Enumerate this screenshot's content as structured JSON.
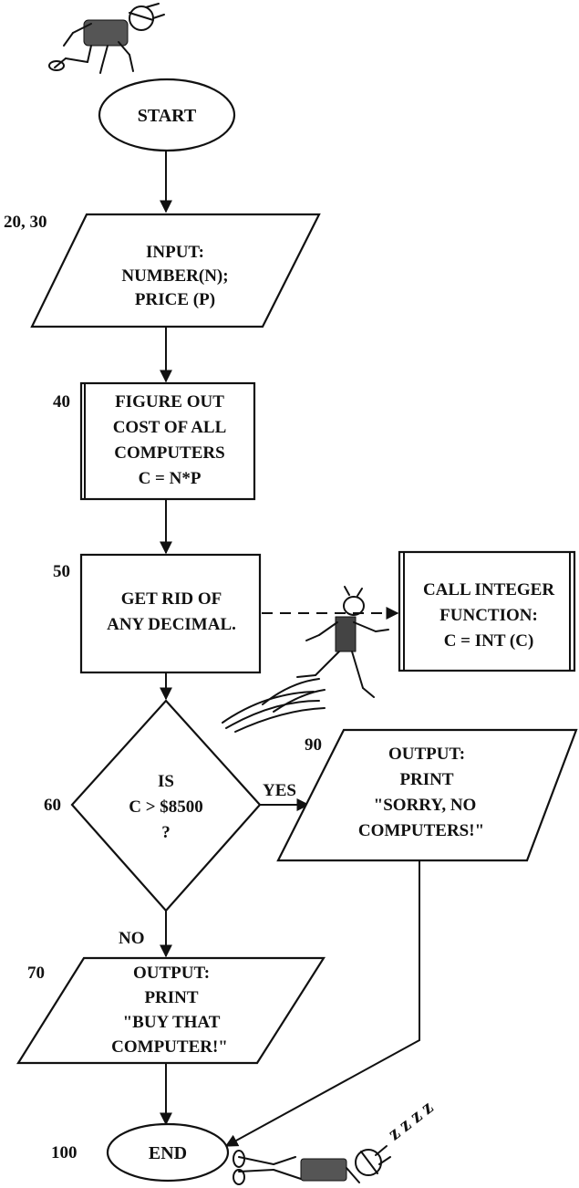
{
  "nodes": {
    "start": {
      "lines": [
        "START"
      ]
    },
    "input": {
      "label": "20, 30",
      "lines": [
        "INPUT:",
        "NUMBER(N);",
        "PRICE (P)"
      ]
    },
    "figure_cost": {
      "label": "40",
      "lines": [
        "FIGURE OUT",
        "COST OF ALL",
        "COMPUTERS",
        "C = N*P"
      ]
    },
    "get_rid": {
      "label": "50",
      "lines": [
        "GET RID OF",
        "ANY DECIMAL."
      ]
    },
    "call_int": {
      "lines": [
        "CALL INTEGER",
        "FUNCTION:",
        "C = INT (C)"
      ]
    },
    "decision": {
      "label": "60",
      "lines": [
        "IS",
        "C > $8500",
        "?"
      ]
    },
    "output_sorry": {
      "label": "90",
      "lines": [
        "OUTPUT:",
        "PRINT",
        "\"SORRY, NO",
        "COMPUTERS!\""
      ]
    },
    "output_buy": {
      "label": "70",
      "lines": [
        "OUTPUT:",
        "PRINT",
        "\"BUY THAT",
        "COMPUTER!\""
      ]
    },
    "end": {
      "label": "100",
      "lines": [
        "END"
      ]
    }
  },
  "edges": {
    "yes_label": "YES",
    "no_label": "NO"
  },
  "decorations": {
    "snore": "z z z z"
  }
}
